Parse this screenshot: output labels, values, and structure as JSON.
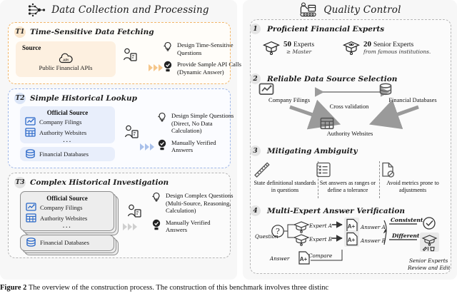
{
  "left_panel": {
    "title": "Data Collection and Processing",
    "icon": "data-network-icon",
    "tasks": [
      {
        "badge": "T1",
        "name": "Time-Sensitive Data Fetching",
        "source_title": "Source",
        "sources": [
          {
            "icon": "cloud-api-icon",
            "label": "Public Financial APIs"
          }
        ],
        "outputs": [
          {
            "icon": "idea-bulb-icon",
            "text": "Design Time-Sensitive Questions"
          },
          {
            "icon": "verified-check-icon",
            "text": "Provide Sample API Calls (Dynamic Answer)"
          }
        ]
      },
      {
        "badge": "T2",
        "name": "Simple Historical Lookup",
        "source_title": "Official Source",
        "sources": [
          {
            "icon": "chart-monitor-icon",
            "label": "Company Filings"
          },
          {
            "icon": "table-grid-icon",
            "label": "Authority Websites"
          },
          {
            "icon": "ellipsis-icon",
            "label": "..."
          }
        ],
        "extra_source": {
          "icon": "database-icon",
          "label": "Financial Databases"
        },
        "outputs": [
          {
            "icon": "idea-bulb-icon",
            "text": "Design Simple Questions (Direct, No Data Calculation)"
          },
          {
            "icon": "verified-check-icon",
            "text": "Manually Verified Answers"
          }
        ]
      },
      {
        "badge": "T3",
        "name": "Complex Historical Investigation",
        "source_title": "Official Source",
        "sources": [
          {
            "icon": "chart-monitor-icon",
            "label": "Company Filings"
          },
          {
            "icon": "table-grid-icon",
            "label": "Authority Websites"
          },
          {
            "icon": "ellipsis-icon",
            "label": "..."
          }
        ],
        "extra_source": {
          "icon": "database-icon",
          "label": "Financial Databases"
        },
        "outputs": [
          {
            "icon": "idea-bulb-icon",
            "text": "Design Complex Questions (Multi-Source, Reasoning, Calculation)"
          },
          {
            "icon": "verified-check-icon",
            "text": "Manually Verified Answers"
          }
        ]
      }
    ]
  },
  "right_panel": {
    "title": "Quality Control",
    "icon": "conveyor-inspect-icon",
    "steps": [
      {
        "num": "1",
        "title": "Proficient Financial Experts"
      },
      {
        "num": "2",
        "title": "Reliable Data Source Selection"
      },
      {
        "num": "3",
        "title": "Mitigating Ambiguity"
      },
      {
        "num": "4",
        "title": "Multi-Expert Answer Verification"
      }
    ],
    "experts": [
      {
        "icon": "graduation-cap-icon",
        "count": "50",
        "label": "Experts",
        "sub": "≥ Master"
      },
      {
        "icon": "graduation-cap-eye-icon",
        "count": "20",
        "label": "Senior Experts",
        "sub": "from famous institutions."
      }
    ],
    "sources": {
      "company_filings": "Company Filings",
      "financial_databases": "Financial Databases",
      "authority_websites": "Authority Websites",
      "cross_validation": "Cross validation"
    },
    "mitigations": [
      {
        "icon": "ruler-pencil-icon",
        "text": "State definitional standards in questions"
      },
      {
        "icon": "list-checklist-icon",
        "text": "Set answers as ranges or define a tolerance"
      },
      {
        "icon": "document-blocked-icon",
        "text": "Avoid metrics prone to adjustments"
      }
    ],
    "verification": {
      "question": "Question",
      "question_mark": "?",
      "expert_a": "Expert A",
      "expert_b": "Expert B",
      "answer_a": "Answer A",
      "answer_b": "Answer B",
      "answer": "Answer",
      "compare": "Compare",
      "consistent": "Consistent",
      "different": "Different",
      "senior_line1": "Senior Experts",
      "senior_line2": "Review and Edit",
      "doc_glyph": "A+"
    }
  },
  "caption": {
    "figure_label": "Figure 2",
    "text": "The overview of the construction process. The construction of this benchmark involves three distinc"
  },
  "colors": {
    "orange": "#f2b66a",
    "blue": "#9fb7e8",
    "grey": "#b6b6b6",
    "panel_bg": "#f7f7f7"
  }
}
